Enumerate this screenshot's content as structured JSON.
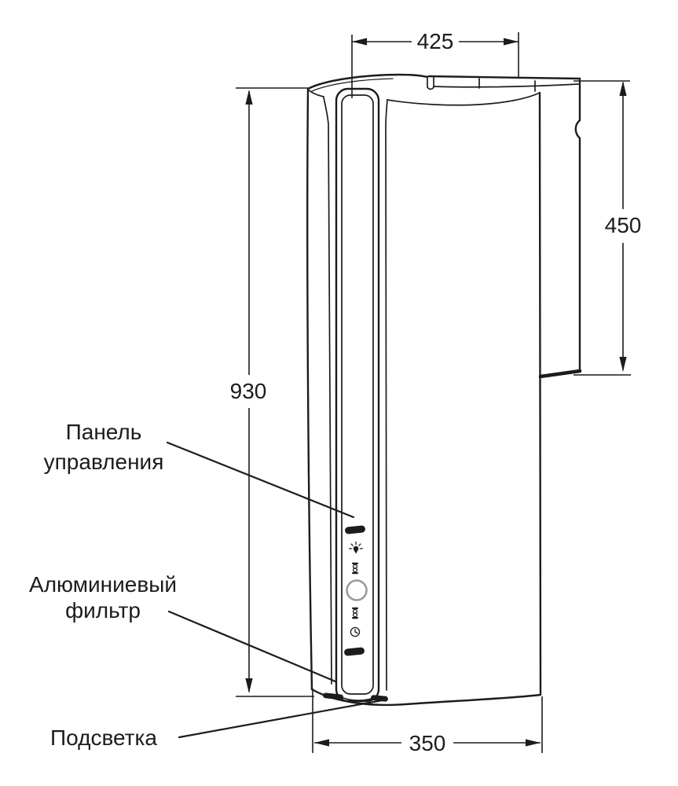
{
  "dimensions": {
    "top_width": "425",
    "right_height": "450",
    "left_height": "930",
    "bottom_width": "350"
  },
  "labels": {
    "control_panel": [
      "Панель",
      "управления"
    ],
    "aluminum_filter": [
      "Алюминиевый",
      "фильтр"
    ],
    "backlight": "Подсветка"
  },
  "control_panel_icons": [
    "light-icon",
    "fan-speed-icon-upper",
    "power-button-ring",
    "fan-speed-icon-lower",
    "timer-icon"
  ],
  "colors": {
    "line": "#1c1c1c",
    "background": "#ffffff",
    "button_ring": "#9b9b9b"
  }
}
